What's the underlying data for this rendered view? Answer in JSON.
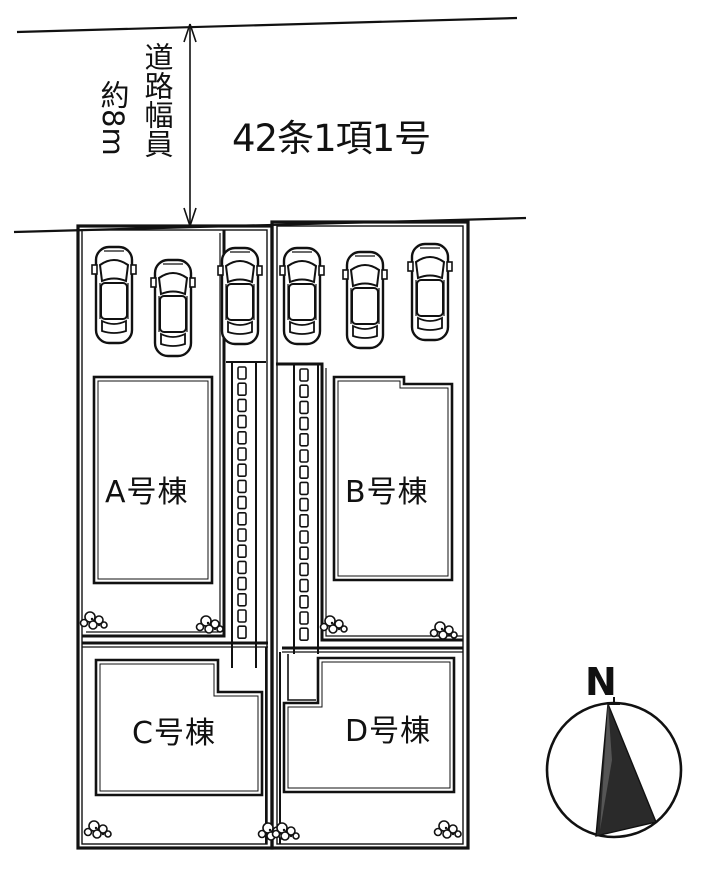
{
  "road": {
    "classification": "42条1項1号",
    "width_line1": "道路幅員",
    "width_line2": "約8m"
  },
  "buildings": {
    "a": "A号棟",
    "b": "B号棟",
    "c": "C号棟",
    "d": "D号棟"
  },
  "compass": {
    "north_label": "N"
  }
}
